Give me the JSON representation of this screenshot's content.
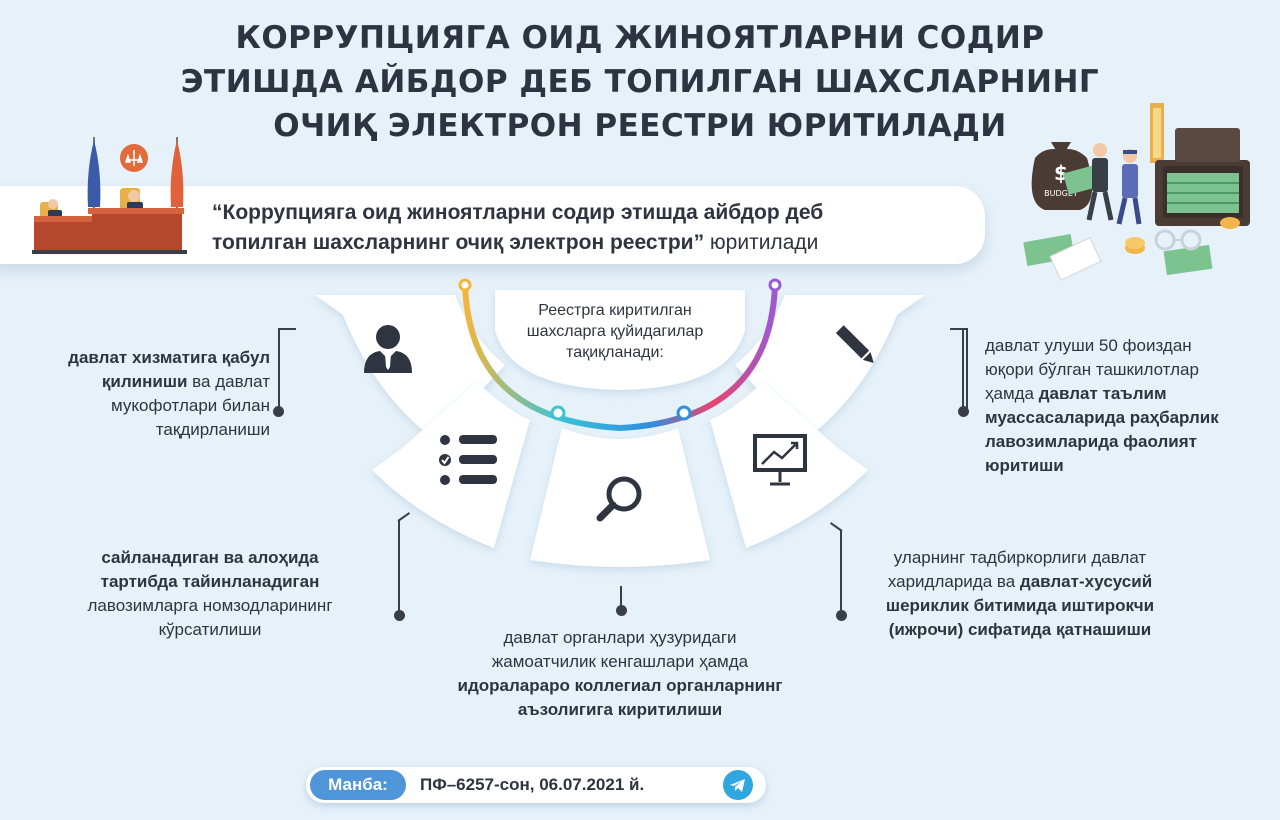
{
  "title": {
    "line1": "КОРРУПЦИЯГА ОИД ЖИНОЯТЛАРНИ СОДИР",
    "line2": "ЭТИШДА АЙБДОР ДЕБ ТОПИЛГАН ШАХСЛАРНИНГ",
    "line3": "ОЧИҚ ЭЛЕКТРОН РЕЕСТРИ ЮРИТИЛАДИ"
  },
  "subtitle": {
    "line1": "“Коррупцияга оид жиноятларни содир этишда айбдор деб",
    "line2_bold": "топилган шахсларнинг очиқ электрон реестри”",
    "line2_rest": " юритилади"
  },
  "illustration": {
    "budget_label": "BUDGET",
    "bag_symbol": "$"
  },
  "center": {
    "line1": "Реестрга киритилган",
    "line2": "шахсларга қуйидагилар",
    "line3": "тақиқланади:"
  },
  "items": {
    "civil_service": {
      "l1_bold": "давлат хизматига қабул",
      "l2_bold": "қилиниши",
      "l2_rest": " ва давлат",
      "l3": "мукофотлари билан",
      "l4": "тақдирланиши"
    },
    "leadership": {
      "l1": "давлат улуши 50 фоиздан",
      "l2": "юқори бўлган ташкилотлар",
      "l3_rest": "ҳамда ",
      "l3_bold": "давлат таълим",
      "l4_bold": "муассасаларида раҳбарлик",
      "l5_bold": "лавозимларида фаолият",
      "l6_bold": "юритиши"
    },
    "nomination": {
      "l1_bold": "сайланадиган ва алоҳида",
      "l2_bold": "тартибда тайинланадиган",
      "l3": "лавозимларга номзодларининг",
      "l4": "кўрсатилиши"
    },
    "councils": {
      "l1": "давлат органлари ҳузуридаги",
      "l2": "жамоатчилик кенгашлари ҳамда",
      "l3_bold": "идоралараро коллегиал органларнинг",
      "l4_bold": "аъзолигига киритилиши"
    },
    "procurement": {
      "l1": "уларнинг тадбиркорлиги давлат",
      "l2_rest": "харидларида ва ",
      "l2_bold": "давлат-хусусий",
      "l3_bold": "шериклик битимида иштирокчи",
      "l4_bold": "(ижрочи) сифатида қатнашиши"
    }
  },
  "source": {
    "label": "Манба:",
    "value": "ПФ–6257-сон, 06.07.2021 й."
  },
  "colors": {
    "background": "#e6f1f9",
    "text": "#2e3440",
    "accent_blue": "#4f95d9",
    "arc_gradient": [
      "#f3b63a",
      "#3cc3d6",
      "#2f8fe0",
      "#e8446b",
      "#9b59d6"
    ]
  }
}
